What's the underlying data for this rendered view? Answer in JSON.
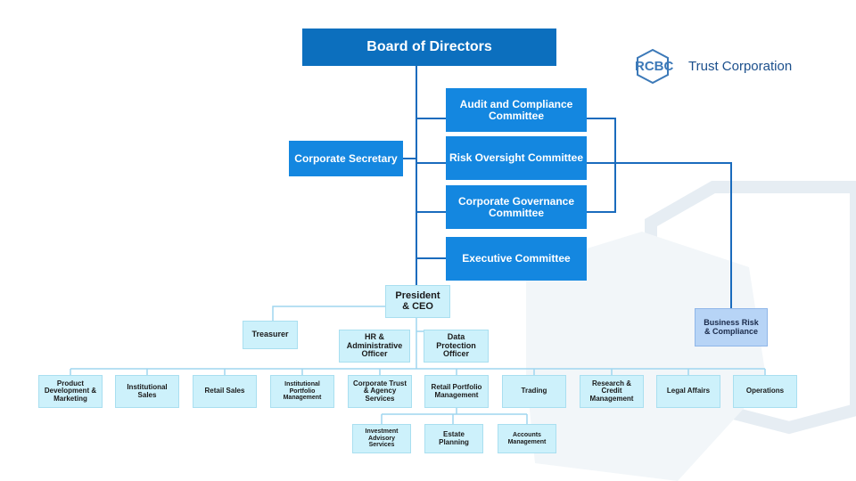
{
  "logo": {
    "brand": "RCBC",
    "name": "Trust Corporation"
  },
  "board": "Board of Directors",
  "committees": {
    "audit": "Audit and Compliance Committee",
    "risk": "Risk Oversight Committee",
    "governance": "Corporate Governance Committee",
    "executive": "Executive Committee"
  },
  "corporate_secretary": "Corporate Secretary",
  "president": "President & CEO",
  "treasurer": "Treasurer",
  "hr": "HR & Administrative Officer",
  "dpo": "Data Protection Officer",
  "business_risk": "Business Risk & Compliance",
  "departments": [
    "Product Development & Marketing",
    "Institutional Sales",
    "Retail Sales",
    "Institutional Portfolio Management",
    "Corporate Trust & Agency Services",
    "Retail Portfolio Management",
    "Trading",
    "Research & Credit Management",
    "Legal Affairs",
    "Operations"
  ],
  "retail_subunits": [
    "Investment Advisory Services",
    "Estate Planning",
    "Accounts Management"
  ]
}
